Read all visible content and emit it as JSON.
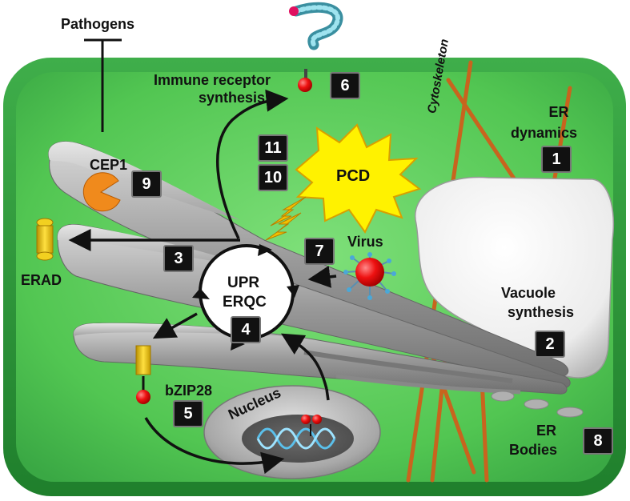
{
  "labels": {
    "pathogens": "Pathogens",
    "immune_line1": "Immune receptor",
    "immune_line2": "synthesis",
    "er_dyn_line1": "ER",
    "er_dyn_line2": "dynamics",
    "cytoskeleton": "Cytoskeleton",
    "cep1": "CEP1",
    "pcd": "PCD",
    "erad": "ERAD",
    "virus": "Virus",
    "upr": "UPR",
    "erqc": "ERQC",
    "vacuole_line1": "Vacuole",
    "vacuole_line2": "synthesis",
    "bzip28": "bZIP28",
    "nucleus": "Nucleus",
    "er_bodies_line1": "ER",
    "er_bodies_line2": "Bodies"
  },
  "badges": {
    "b1": "1",
    "b2": "2",
    "b3": "3",
    "b4": "4",
    "b5": "5",
    "b6": "6",
    "b7": "7",
    "b8": "8",
    "b9": "9",
    "b10": "10",
    "b11": "11"
  },
  "colors": {
    "cell_wall": "#2f9a3e",
    "cytoplasm": "#4fc24f",
    "er": "#a8a8a8",
    "cytoskeleton": "#c8641e",
    "pcd_star": "#fff200",
    "virus": "#e01010",
    "receptor": "#e00000",
    "cep1": "#f08a1c",
    "erad_channel": "#f2d020"
  },
  "icons": {
    "pathogen": "worm-pathogen-icon",
    "virus": "virus-particle-icon",
    "dna": "dna-helix-icon",
    "lightning": "lightning-bolt-icon"
  }
}
